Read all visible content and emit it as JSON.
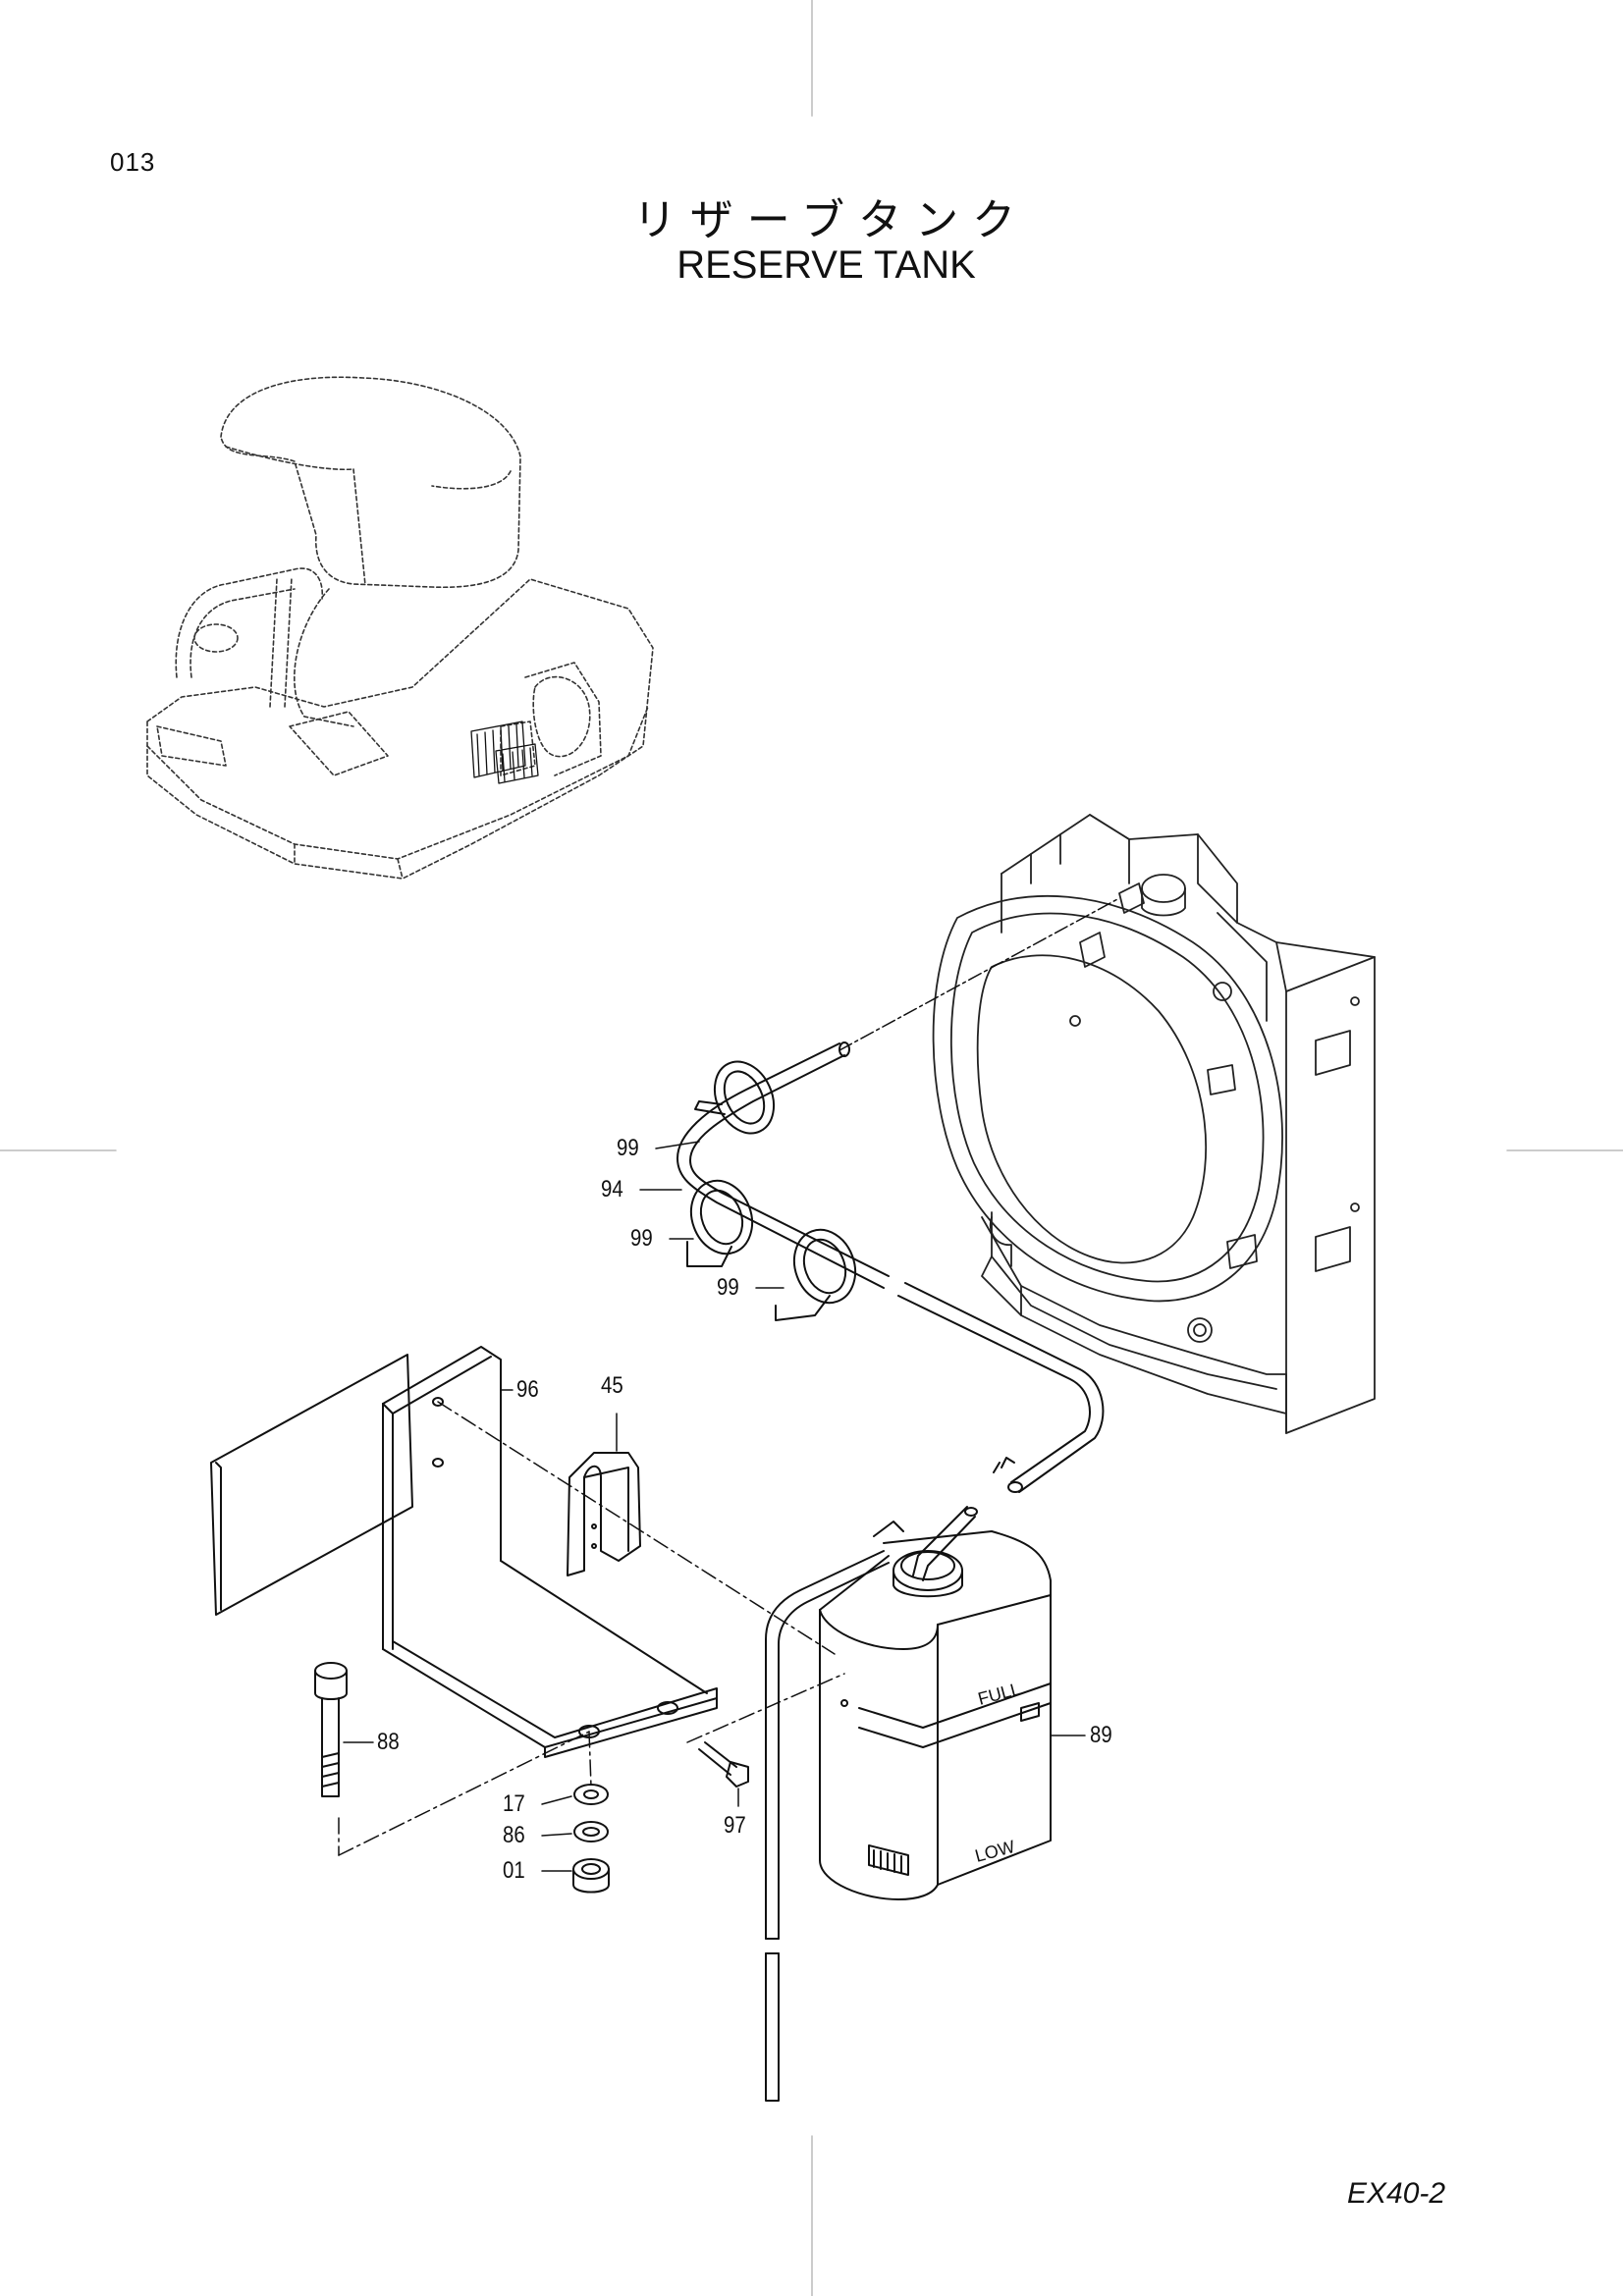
{
  "page": {
    "page_number": "013",
    "title_jp": "リザーブタンク",
    "title_en": "RESERVE TANK",
    "model": "EX40-2"
  },
  "callouts": {
    "c99a": "99",
    "c94": "94",
    "c99b": "99",
    "c99c": "99",
    "c96": "96",
    "c45": "45",
    "c88": "88",
    "c89": "89",
    "c17": "17",
    "c86": "86",
    "c01": "01",
    "c97": "97"
  },
  "tank_labels": {
    "full": "FULL",
    "low": "LOW"
  }
}
